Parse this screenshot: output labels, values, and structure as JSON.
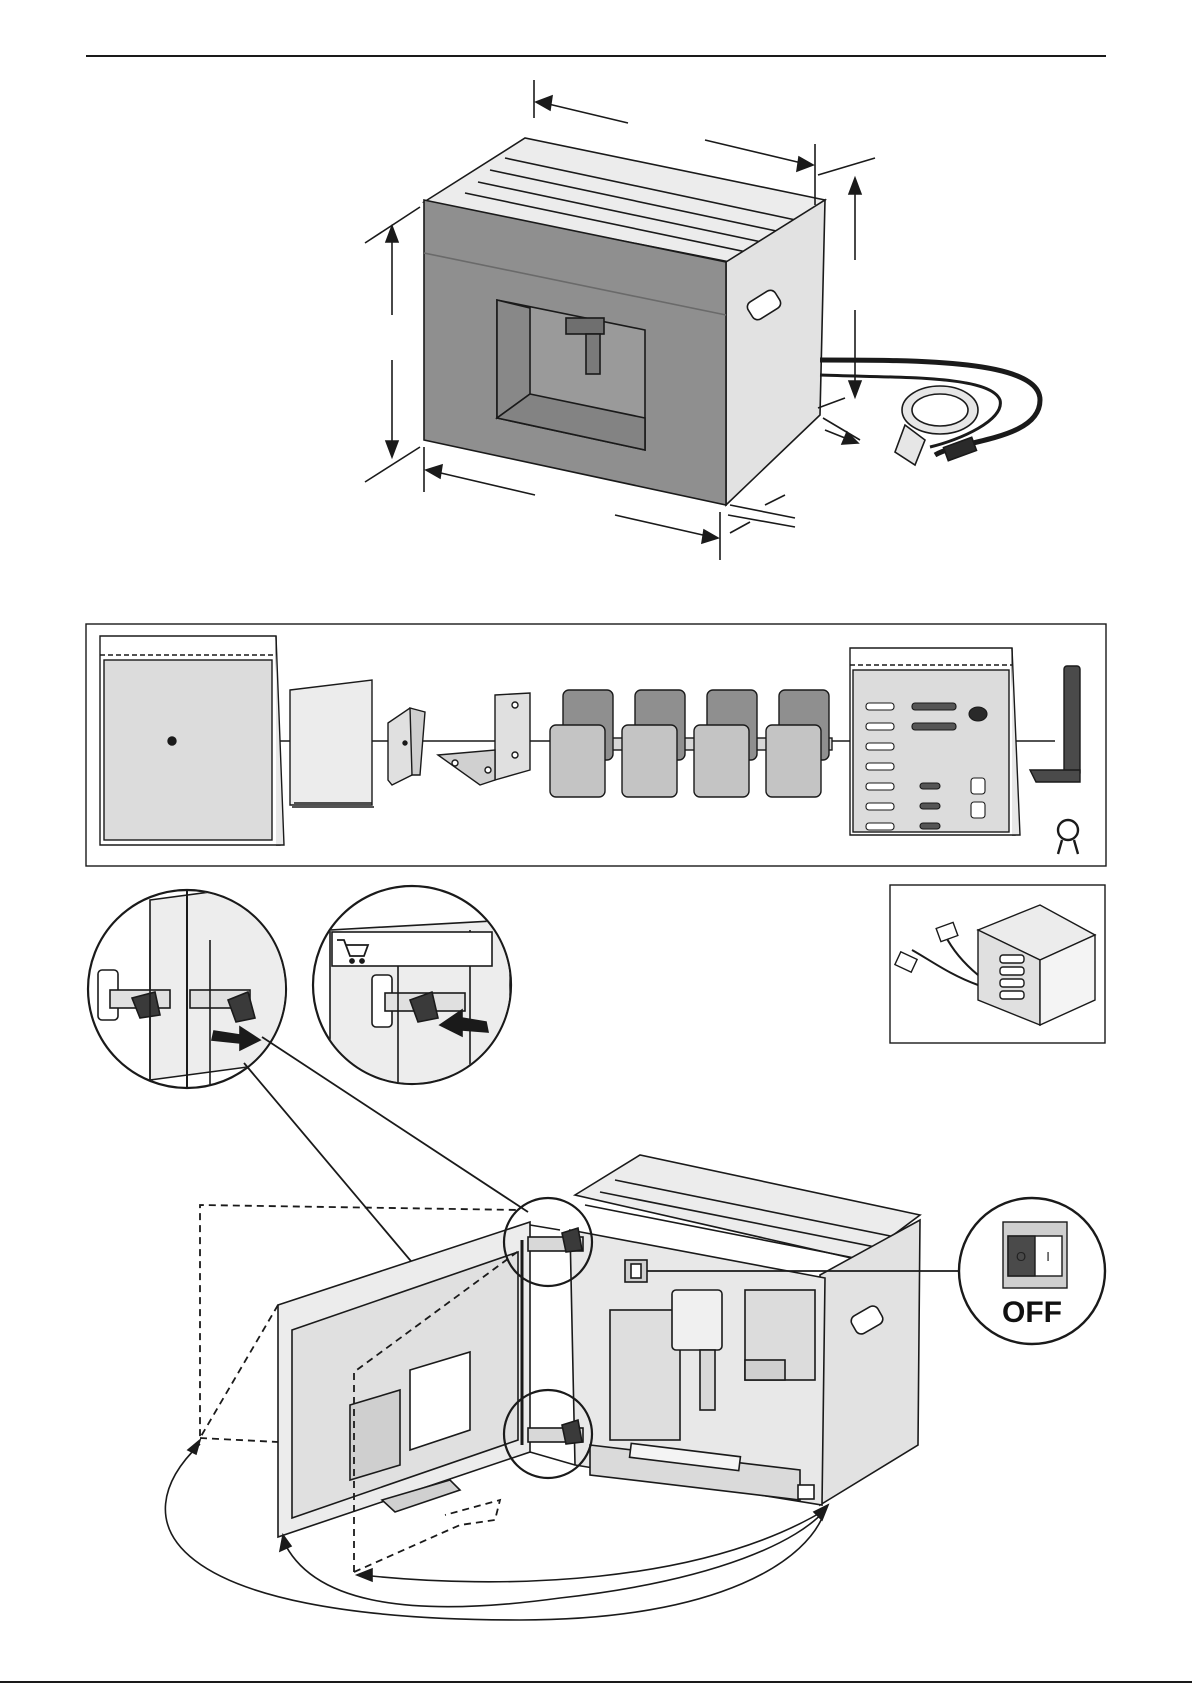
{
  "switch_panel": {
    "state_label": "OFF",
    "symbol_off": "O",
    "symbol_on": "I"
  },
  "icons": {
    "cart": "shopping-cart-icon",
    "magnifier": "magnifier-icon",
    "power_switch": "power-switch-icon",
    "push_arrow": "arrow-icon"
  },
  "colors": {
    "line": "#1a1a1a",
    "front_panel": "#8f8f8f",
    "body_light": "#e6e6e6",
    "bag_fill": "#dcdcdc",
    "dark_part": "#4a4a4a"
  }
}
